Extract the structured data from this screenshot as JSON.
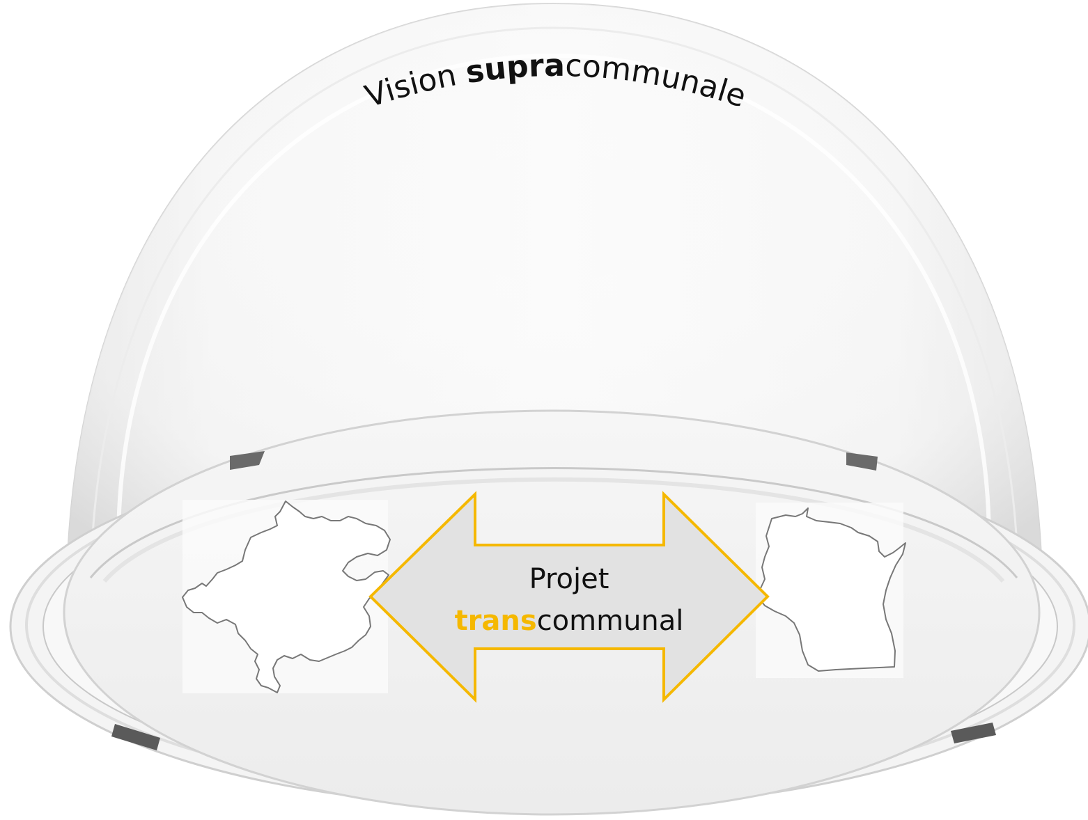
{
  "top_label": {
    "prefix": "Vision ",
    "bold": "supra",
    "suffix": "communale"
  },
  "center_label": {
    "line1": "Projet",
    "highlight": "trans",
    "line2_rest": "communal"
  },
  "colors": {
    "accent": "#F5B800",
    "arrow_fill": "#E2E2E2",
    "text": "#111111",
    "dome_outline": "#D2D2D2",
    "map_outline": "#777777"
  },
  "shapes": {
    "left_map": "region-outline",
    "right_map": "region-outline",
    "connector": "double-headed-arrow",
    "container": "transparent-dome"
  }
}
